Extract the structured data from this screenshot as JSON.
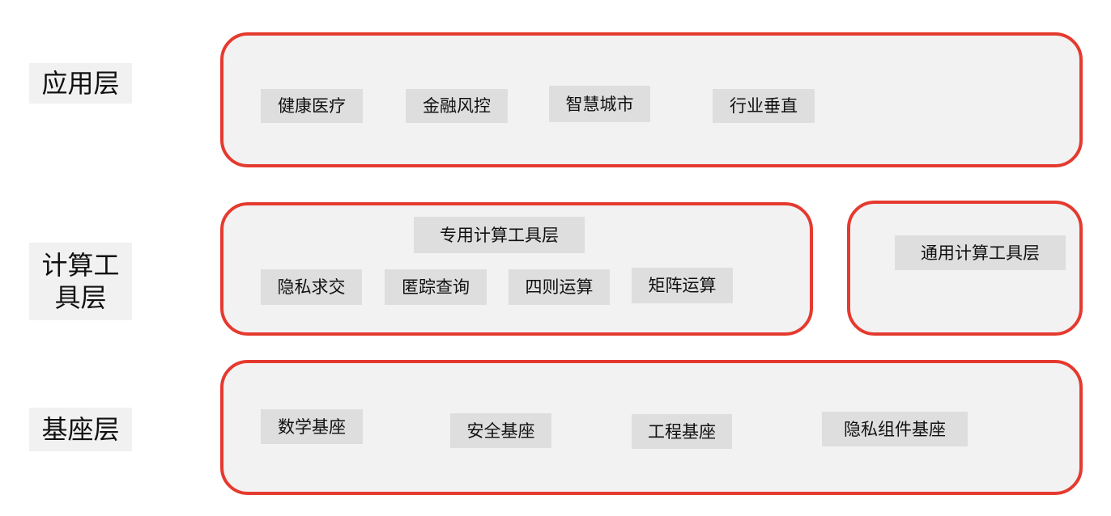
{
  "layers": {
    "application": {
      "label": "应用层",
      "items": [
        "健康医疗",
        "金融风控",
        "智慧城市",
        "行业垂直"
      ]
    },
    "compute": {
      "label_line1": "计算工",
      "label_line2": "具层",
      "special": {
        "title": "专用计算工具层",
        "items": [
          "隐私求交",
          "匿踪查询",
          "四则运算",
          "矩阵运算"
        ]
      },
      "general": {
        "title": "通用计算工具层"
      }
    },
    "base": {
      "label": "基座层",
      "items": [
        "数学基座",
        "安全基座",
        "工程基座",
        "隐私组件基座"
      ]
    }
  },
  "colors": {
    "border": "#e53a2f",
    "frame_fill": "#f2f2f2",
    "chip_fill": "#dedede",
    "label_fill": "#f1f1f1"
  }
}
